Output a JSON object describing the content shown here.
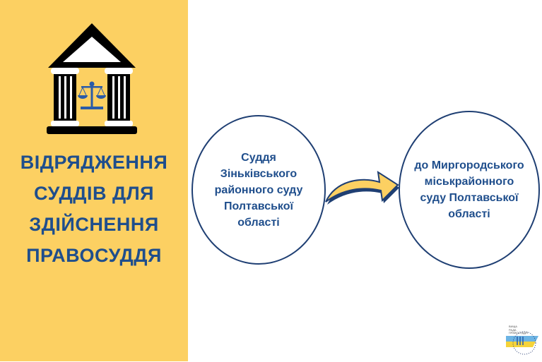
{
  "title_lines": [
    "ВІДРЯДЖЕННЯ",
    "СУДДІВ ДЛЯ",
    "ЗДІЙСНЕННЯ",
    "ПРАВОСУДДЯ"
  ],
  "from_court": [
    "Суддя",
    "Зіньківського",
    "районного суду",
    "Полтавської",
    "області"
  ],
  "to_court": [
    "до Миргородського",
    "міськрайонного",
    "суду Полтавської",
    "області"
  ],
  "logo_text": [
    "ВИЩА",
    "РАДА",
    "ПРАВОСУДДЯ"
  ],
  "colors": {
    "yellow": "#fcd062",
    "blue": "#1f4e8c",
    "icon_blue": "#2a5ba8",
    "black": "#000000"
  }
}
